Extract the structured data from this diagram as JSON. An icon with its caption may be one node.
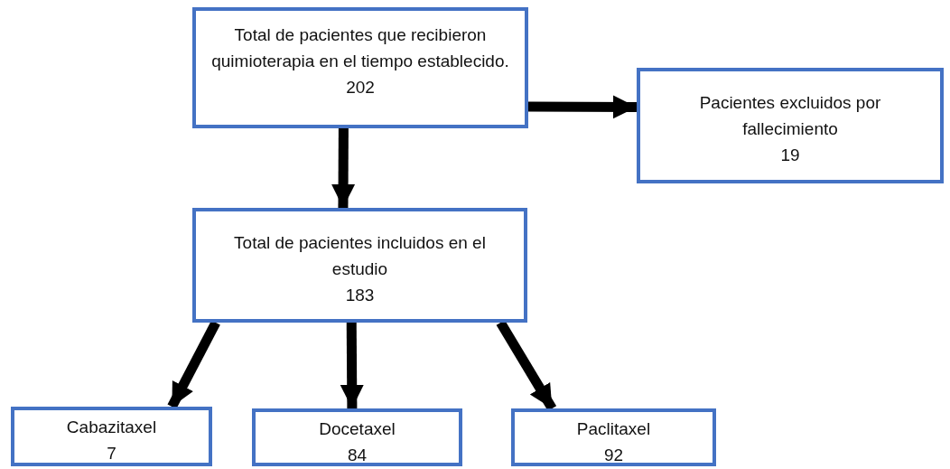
{
  "diagram": {
    "nodes": [
      {
        "text": [
          "Total de pacientes que recibieron quimioterapia en el tiempo establecido.",
          "202"
        ]
      },
      {
        "text": [
          "Pacientes excluidos  por fallecimiento",
          "19"
        ]
      },
      {
        "text": [
          "Total de pacientes incluidos en el estudio",
          "183"
        ]
      },
      {
        "text": [
          "Cabazitaxel",
          "7"
        ]
      },
      {
        "text": [
          "Docetaxel",
          "84"
        ]
      },
      {
        "text": [
          "Paclitaxel",
          "92"
        ]
      }
    ],
    "edges": [
      {
        "from": 0,
        "to": 1,
        "arrow": "to"
      },
      {
        "from": 0,
        "to": 2,
        "arrow": "to"
      },
      {
        "from": 2,
        "to": 3,
        "arrow": "to"
      },
      {
        "from": 2,
        "to": 4,
        "arrow": "to"
      },
      {
        "from": 2,
        "to": 5,
        "arrow": "to"
      }
    ]
  }
}
